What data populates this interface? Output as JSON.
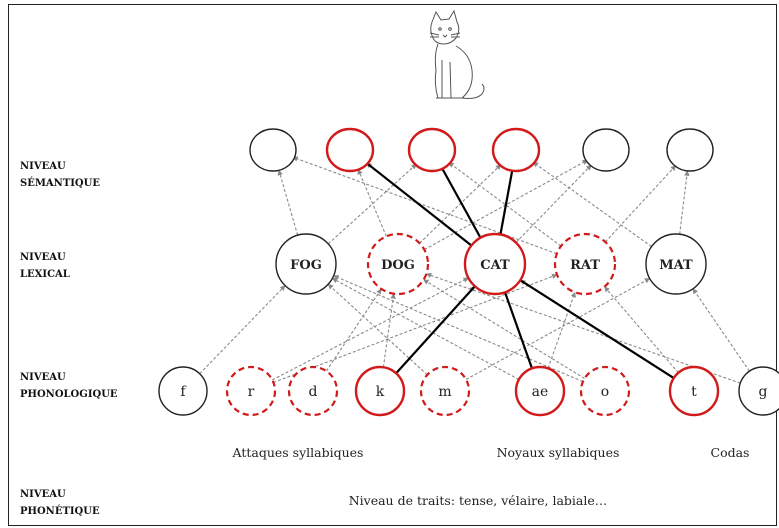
{
  "levels": {
    "semantic": [
      "NIVEAU",
      "SÉMANTIQUE"
    ],
    "lexical": [
      "NIVEAU",
      "LEXICAL"
    ],
    "phonological": [
      "NIVEAU",
      "PHONOLOGIQUE"
    ],
    "phonetic": [
      "NIVEAU",
      "PHONÉTIQUE"
    ]
  },
  "semantic_nodes": [
    {
      "active": false
    },
    {
      "active": true
    },
    {
      "active": true
    },
    {
      "active": true
    },
    {
      "active": false
    },
    {
      "active": false
    }
  ],
  "lexical_nodes": [
    {
      "label": "FOG",
      "state": "normal"
    },
    {
      "label": "DOG",
      "state": "partial"
    },
    {
      "label": "CAT",
      "state": "active"
    },
    {
      "label": "RAT",
      "state": "partial"
    },
    {
      "label": "MAT",
      "state": "normal"
    }
  ],
  "phoneme_nodes": [
    {
      "label": "f",
      "state": "normal"
    },
    {
      "label": "r",
      "state": "partial"
    },
    {
      "label": "d",
      "state": "partial"
    },
    {
      "label": "k",
      "state": "active"
    },
    {
      "label": "m",
      "state": "partial"
    },
    {
      "label": "ae",
      "state": "active"
    },
    {
      "label": "o",
      "state": "partial"
    },
    {
      "label": "t",
      "state": "active"
    },
    {
      "label": "g",
      "state": "normal"
    }
  ],
  "captions": {
    "onsets": "Attaques syllabiques",
    "nuclei": "Noyaux syllabiques",
    "codas": "Codas",
    "features": "Niveau de traits: tense, vélaire, labiale…"
  },
  "colors": {
    "active": "#d11a1a",
    "normal": "#222222",
    "arrow": "#8a8a8a",
    "strong": "#000000"
  },
  "picture": "cat-drawing"
}
